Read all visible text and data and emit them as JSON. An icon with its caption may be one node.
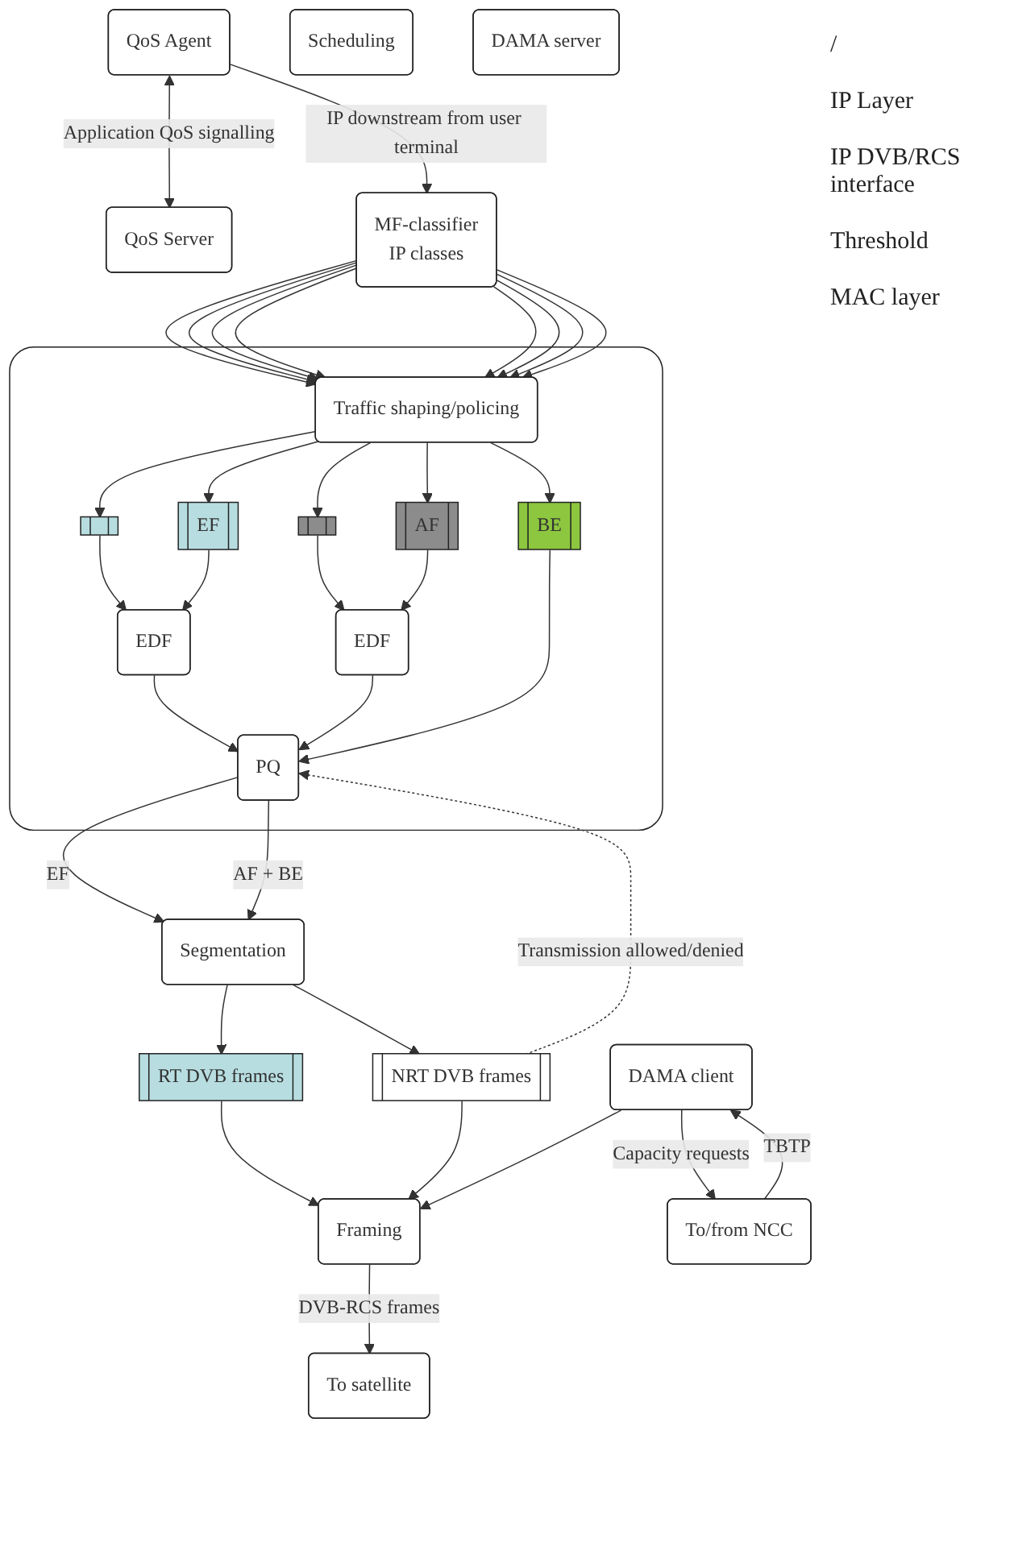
{
  "diagram": {
    "nodes": [
      {
        "text": [
          "QoS Agent"
        ]
      },
      {
        "text": [
          "QoS Server"
        ]
      },
      {
        "text": [
          "MF-classifier",
          "IP classes"
        ]
      },
      {
        "text": [],
        "shape": "box"
      },
      {
        "text": [
          "Traffic shaping/policing"
        ],
        "in": 3
      },
      {
        "text": [],
        "shape": "bar",
        "in": 3
      },
      {
        "text": [
          "EF"
        ],
        "in": 3
      },
      {
        "text": [],
        "shape": "bar",
        "in": 3
      },
      {
        "text": [
          "AF"
        ],
        "in": 3
      },
      {
        "text": [
          "BE"
        ],
        "in": 3
      },
      {
        "text": [
          "EDF"
        ],
        "in": 3
      },
      {
        "text": [
          "EDF"
        ],
        "in": 3
      },
      {
        "text": [
          "PQ"
        ],
        "in": 3
      },
      {
        "text": [
          "Scheduling"
        ]
      },
      {
        "text": [
          "Segmentation"
        ]
      },
      {
        "text": [
          "RT DVB frames"
        ]
      },
      {
        "text": [
          "NRT DVB frames"
        ]
      },
      {
        "text": [
          "Framing"
        ]
      },
      {
        "text": [
          "DAMA client"
        ]
      },
      {
        "text": [
          "To/from NCC"
        ]
      },
      {
        "text": [
          "DAMA server"
        ]
      },
      {
        "text": [
          "To satellite"
        ]
      }
    ],
    "edges": [
      {
        "from": 0,
        "to": 1,
        "arrow": "both",
        "label": "Application QoS signalling"
      },
      {
        "from": 0,
        "to": 2,
        "arrow": "to",
        "label": "IP downstream from user terminal"
      },
      {
        "from": 2,
        "to": 4,
        "arrow": "to"
      },
      {
        "from": 2,
        "to": 4,
        "arrow": "to"
      },
      {
        "from": 2,
        "to": 4,
        "arrow": "to"
      },
      {
        "from": 2,
        "to": 4,
        "arrow": "to"
      },
      {
        "from": 2,
        "to": 4,
        "arrow": "to"
      },
      {
        "from": 2,
        "to": 4,
        "arrow": "to"
      },
      {
        "from": 2,
        "to": 4,
        "arrow": "to"
      },
      {
        "from": 2,
        "to": 4,
        "arrow": "to"
      },
      {
        "from": 4,
        "to": 5,
        "arrow": "to"
      },
      {
        "from": 4,
        "to": 6,
        "arrow": "to"
      },
      {
        "from": 4,
        "to": 7,
        "arrow": "to"
      },
      {
        "from": 4,
        "to": 8,
        "arrow": "to"
      },
      {
        "from": 4,
        "to": 9,
        "arrow": "to"
      },
      {
        "from": 5,
        "to": 10,
        "arrow": "to"
      },
      {
        "from": 6,
        "to": 10,
        "arrow": "to"
      },
      {
        "from": 7,
        "to": 11,
        "arrow": "to"
      },
      {
        "from": 8,
        "to": 11,
        "arrow": "to"
      },
      {
        "from": 10,
        "to": 12,
        "arrow": "to"
      },
      {
        "from": 11,
        "to": 12,
        "arrow": "to"
      },
      {
        "from": 9,
        "to": 12,
        "arrow": "to"
      },
      {
        "from": 12,
        "to": 14,
        "arrow": "to",
        "label": "EF"
      },
      {
        "from": 12,
        "to": 14,
        "arrow": "to",
        "label": "AF + BE"
      },
      {
        "from": 14,
        "to": 15,
        "arrow": "to"
      },
      {
        "from": 14,
        "to": 16,
        "arrow": "to"
      },
      {
        "from": 16,
        "to": 12,
        "arrow": "to",
        "style": "dashed",
        "label": "Transmission allowed/denied"
      },
      {
        "from": 15,
        "to": 17,
        "arrow": "to"
      },
      {
        "from": 16,
        "to": 17,
        "arrow": "to"
      },
      {
        "from": 18,
        "to": 17,
        "arrow": "to"
      },
      {
        "from": 17,
        "to": 21,
        "arrow": "to",
        "label": "DVB-RCS frames"
      },
      {
        "from": 18,
        "to": 19,
        "arrow": "to",
        "label": "Capacity requests"
      },
      {
        "from": 19,
        "to": 18,
        "arrow": "to",
        "label": "TBTP"
      }
    ],
    "labels": [
      "/",
      "IP Layer",
      "IP DVB/RCS interface",
      "Threshold",
      "MAC layer"
    ]
  }
}
